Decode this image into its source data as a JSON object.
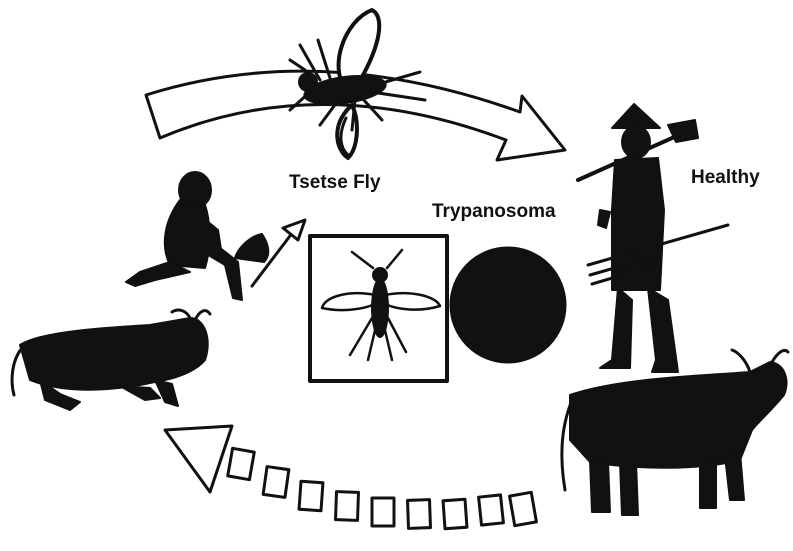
{
  "labels": {
    "tsetse_fly": "Tsetse Fly",
    "trypanosoma": "Trypanosoma",
    "healthy": "Healthy"
  },
  "icons": {
    "top": "tsetse-fly-icon",
    "center": "tsetse-fly-icon",
    "parasite": "trypanosoma-circle-icon",
    "sick_person": "sick-person-icon",
    "healthy_person": "healthy-person-icon",
    "sick_cattle": "sick-cattle-icon",
    "healthy_cattle": "healthy-cattle-icon"
  },
  "colors": {
    "ink": "#111111",
    "paper": "#ffffff"
  }
}
